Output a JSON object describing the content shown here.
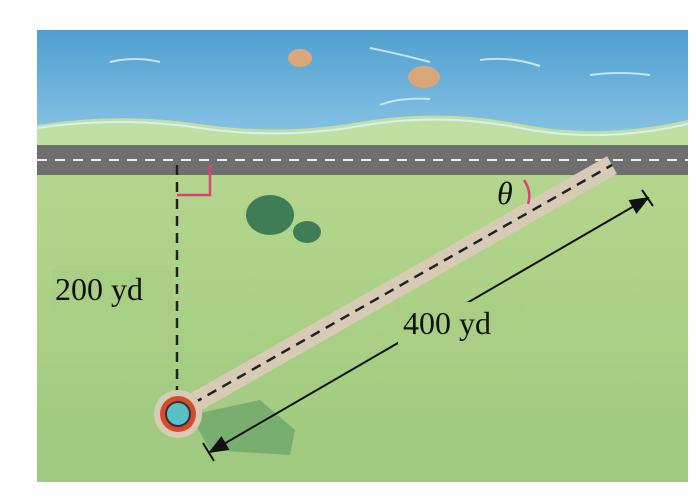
{
  "labels": {
    "vertical_distance": "200 yd",
    "path_distance": "400 yd",
    "angle": "θ"
  },
  "colors": {
    "sky": "#6ab0d8",
    "road": "#6f6f6f",
    "grass": "#a9cf85",
    "path": "#d7cbb5",
    "angle_mark": "#e0407a"
  }
}
